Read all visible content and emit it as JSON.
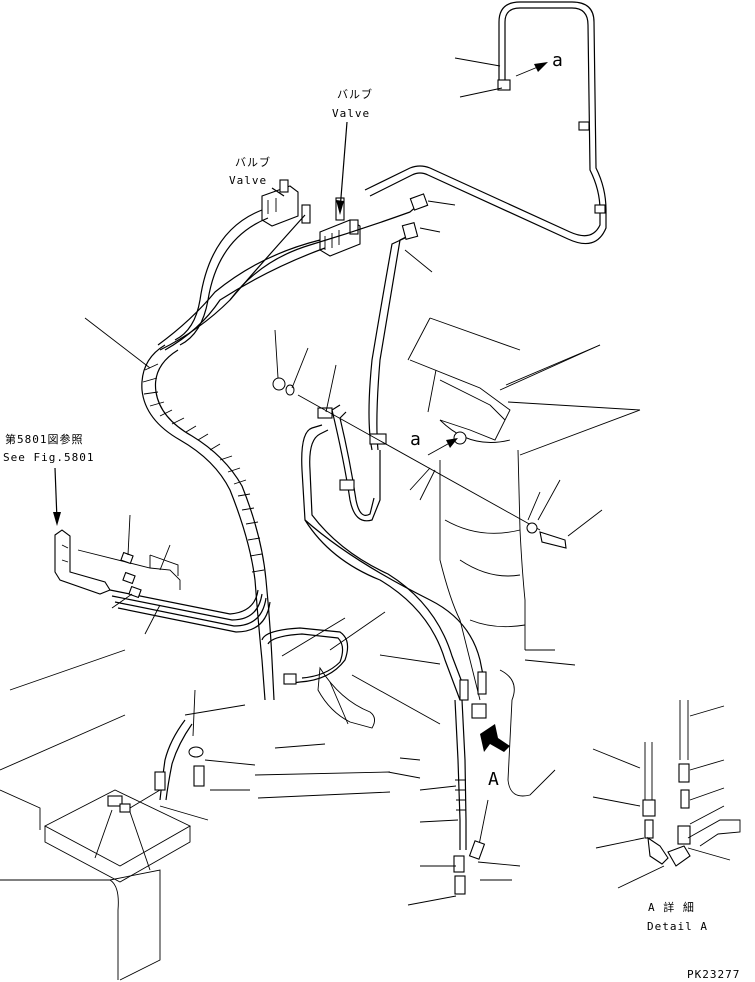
{
  "labels": {
    "valve_top_jp": "バルブ",
    "valve_top_en": "Valve",
    "valve_left_jp": "バルブ",
    "valve_left_en": "Valve",
    "see_fig_jp": "第5801図参照",
    "see_fig_en": "See Fig.5801",
    "ref_a_top": "a",
    "ref_a_mid": "a",
    "view_a": "A",
    "detail_jp": "A 詳 細",
    "detail_en": "Detail A",
    "part_code": "PK23277"
  }
}
